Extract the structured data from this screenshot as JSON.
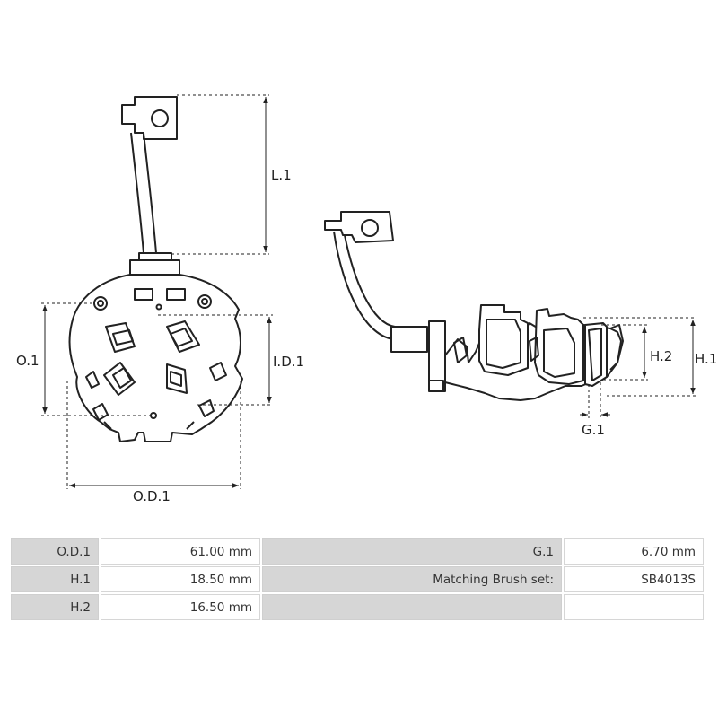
{
  "labels": {
    "l1": "L.1",
    "o1": "O.1",
    "id1": "I.D.1",
    "od1": "O.D.1",
    "h1": "H.1",
    "h2": "H.2",
    "g1": "G.1"
  },
  "specs": {
    "rows": [
      {
        "k1": "O.D.1",
        "v1": "61.00 mm",
        "k2": "G.1",
        "v2": "6.70 mm"
      },
      {
        "k1": "H.1",
        "v1": "18.50 mm",
        "k2": "Matching Brush set:",
        "v2": "SB4013S"
      },
      {
        "k1": "H.2",
        "v1": "16.50 mm",
        "k2": "",
        "v2": ""
      }
    ]
  }
}
